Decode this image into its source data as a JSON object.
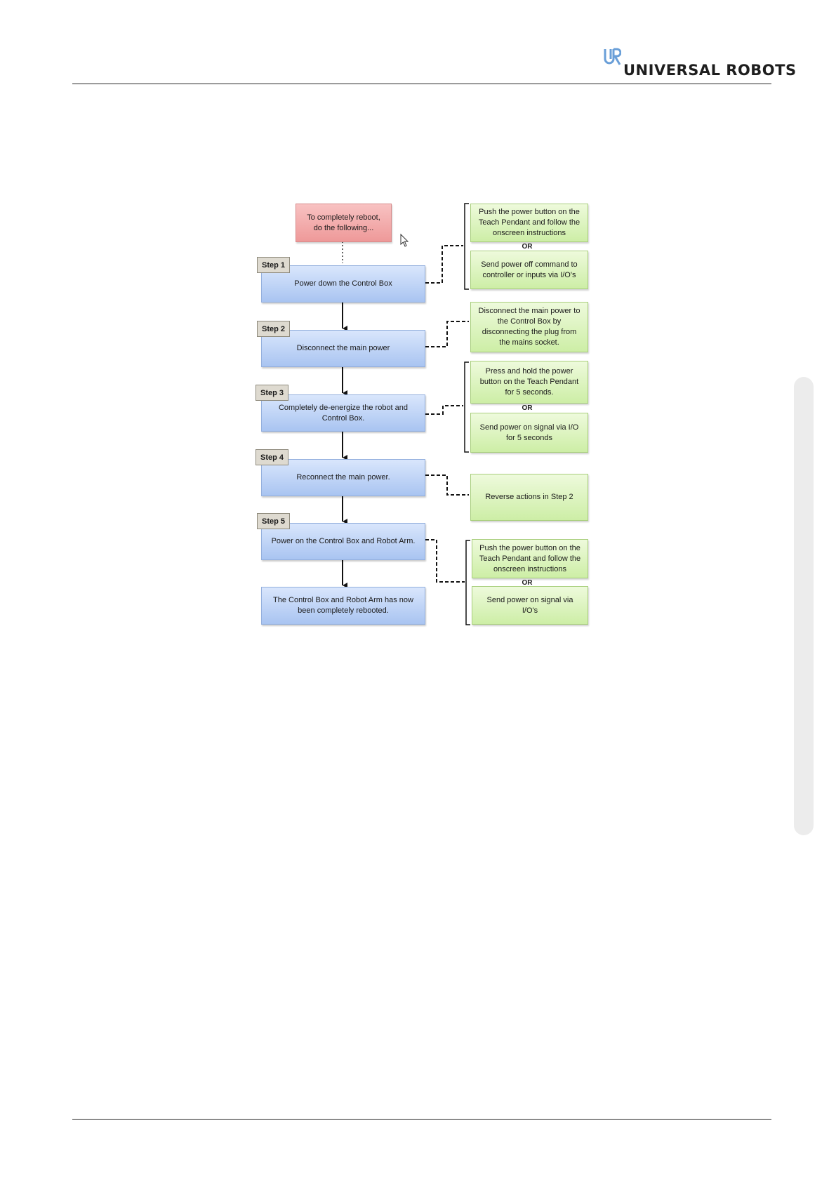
{
  "header": {
    "brand": "UNIVERSAL ROBOTS"
  },
  "flow": {
    "start": "To completely reboot, do the following...",
    "steps": [
      {
        "badge": "Step 1",
        "text": "Power down the Control Box"
      },
      {
        "badge": "Step 2",
        "text": "Disconnect the main power"
      },
      {
        "badge": "Step 3",
        "text": "Completely de-energize the robot and Control Box."
      },
      {
        "badge": "Step 4",
        "text": "Reconnect the main power."
      },
      {
        "badge": "Step 5",
        "text": "Power on the Control Box and Robot Arm."
      }
    ],
    "end": "The Control Box and Robot Arm has now been completely rebooted."
  },
  "options": {
    "step1_a": "Push the power button on the Teach Pendant and follow the onscreen instructions",
    "step1_b": "Send power off command to controller or inputs via I/O's",
    "step2": "Disconnect the main power to the Control Box by disconnecting the plug from the mains socket.",
    "step3_a": "Press and hold the power button on the Teach Pendant for 5 seconds.",
    "step3_b": "Send power on signal via I/O for 5 seconds",
    "step4": "Reverse actions in Step 2",
    "step5_a": "Push the power button on the Teach Pendant and follow the onscreen instructions",
    "step5_b": "Send power on signal via I/O's",
    "or_label": "OR"
  },
  "colors": {
    "start": "#ee9999",
    "step": "#a9c4f1",
    "option": "#cdeea6",
    "logo_accent": "#6a9fd8"
  }
}
